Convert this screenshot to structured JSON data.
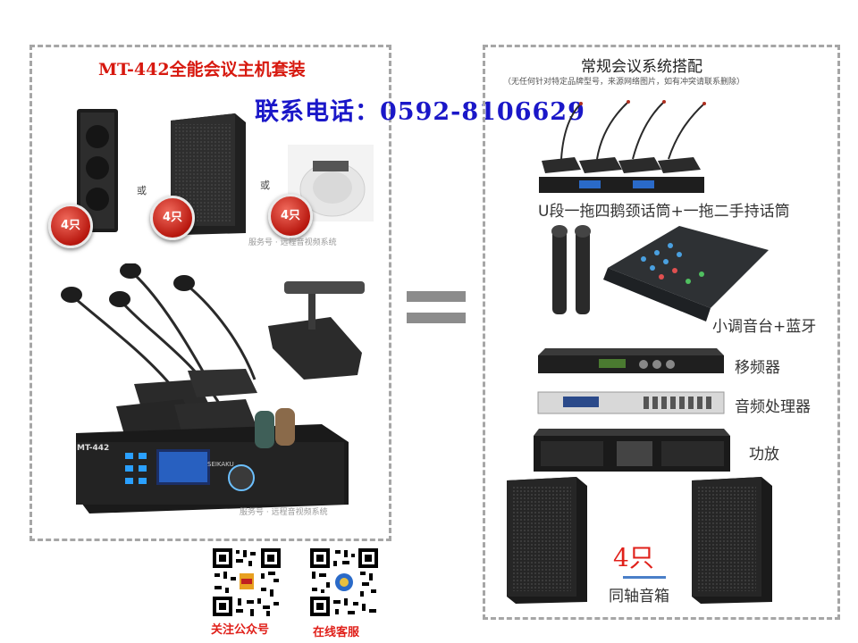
{
  "left": {
    "title": "MT-442全能会议主机套装",
    "phone": "联系电话：0592-8106629",
    "or_label_1": "或",
    "or_label_2": "或",
    "badges": [
      "4只",
      "4只",
      "4只"
    ],
    "watermark_1": "服务号 · 远程音视频系统",
    "watermark_2": "服务号 · 远程音视频系统",
    "host_model": "MT-442",
    "host_brand": "SEIKAKU"
  },
  "right": {
    "title": "常规会议系统搭配",
    "disclaimer": "（无任何针对特定品牌型号，来源网络图片，如有冲突请联系删除）",
    "items": {
      "wireless_mic": "U段一拖四鹅颈话筒+一拖二手持话筒",
      "mixer": "小调音台+蓝牙",
      "shifter": "移频器",
      "processor": "音频处理器",
      "amp": "功放",
      "speaker_count": "4只",
      "speaker": "同轴音箱"
    }
  },
  "qr": {
    "left_label": "关注公众号",
    "right_label": "在线客服"
  }
}
